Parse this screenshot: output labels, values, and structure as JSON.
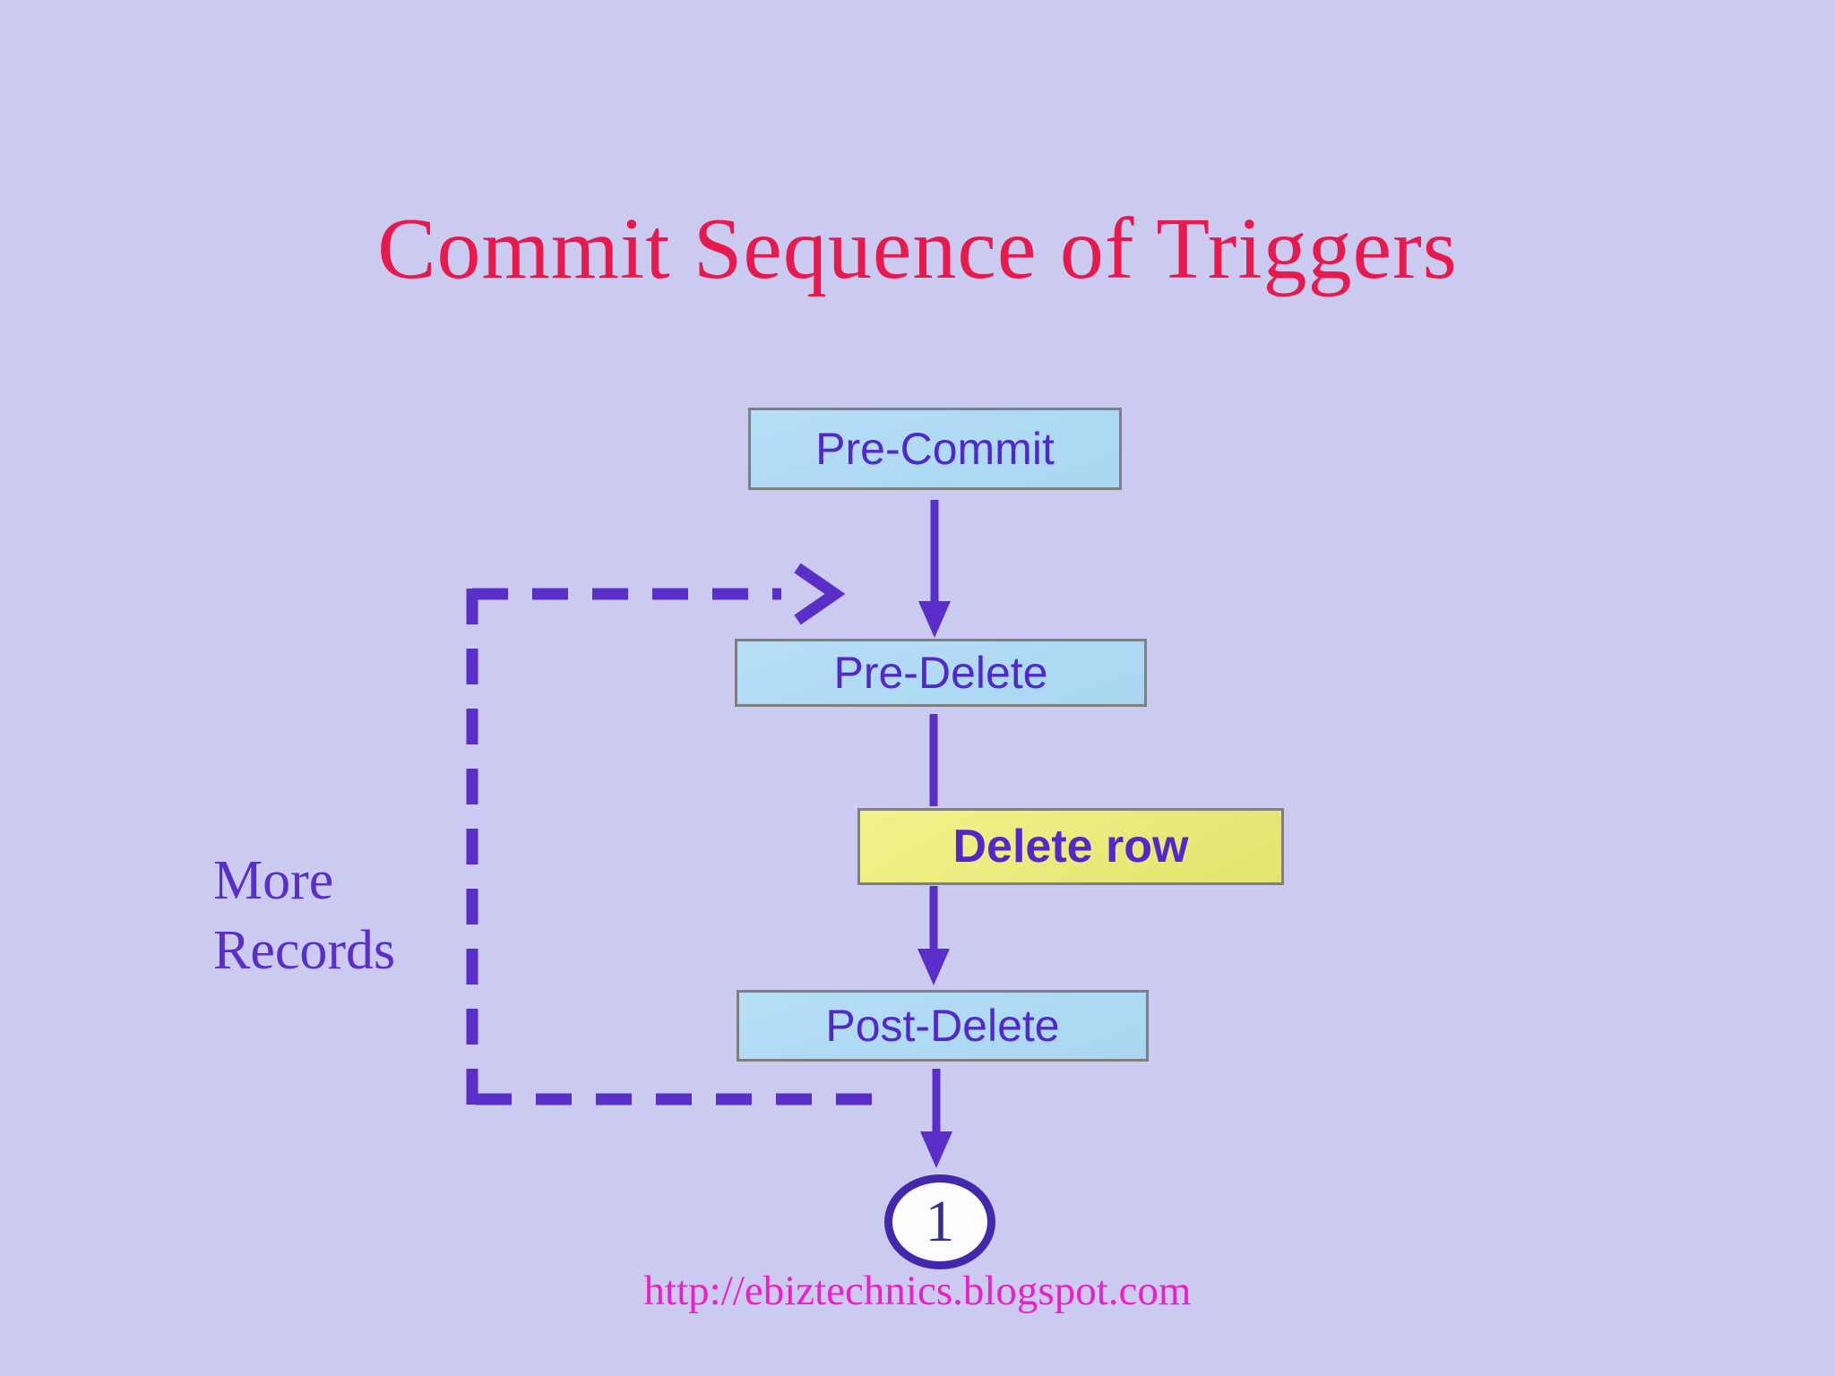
{
  "title": {
    "text": "Commit Sequence of Triggers"
  },
  "nodes": {
    "pre_commit": {
      "label": "Pre-Commit",
      "kind": "trigger-step"
    },
    "pre_delete": {
      "label": "Pre-Delete",
      "kind": "trigger-step"
    },
    "delete_row": {
      "label": "Delete row",
      "kind": "action-step"
    },
    "post_delete": {
      "label": "Post-Delete",
      "kind": "trigger-step"
    }
  },
  "loop": {
    "label": "More Records"
  },
  "marker": {
    "value": "1"
  },
  "footer": {
    "url": "http://ebiztechnics.blogspot.com"
  },
  "colors": {
    "background": "#cbcbf2",
    "node_fill_blue": "#a9d6f2",
    "node_fill_yellow": "#f2f28c",
    "node_border": "#7f7f7f",
    "connector_purple": "#5a2ec8",
    "node_text_purple": "#5227cc",
    "title_red": "#e8194d",
    "url_magenta": "#ee1fc9",
    "marker_ink": "#34308f",
    "marker_ring": "#4328ad"
  }
}
